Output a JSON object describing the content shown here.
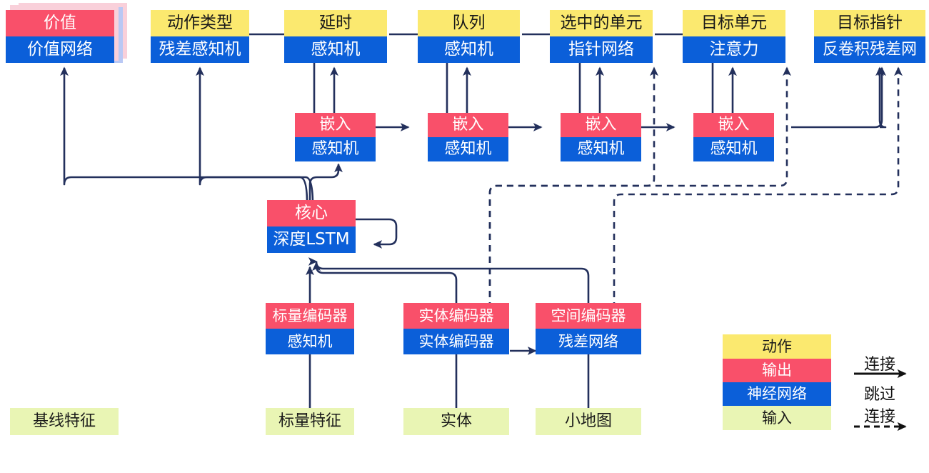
{
  "diagram": {
    "title": "AlphaStar-style network architecture diagram (Chinese labels)",
    "colors": {
      "action": "#fbe96f",
      "output": "#f9506a",
      "neural_network": "#0b5fd9",
      "input": "#e9f5b4",
      "edge": "#23305c",
      "shadow_pink": "#f9d0da",
      "shadow_blue": "#b9c8f4"
    },
    "nodes": [
      {
        "id": "value",
        "top": "价值",
        "bottom": "价值网络",
        "top_kind": "output",
        "bottom_kind": "nn",
        "stacked": true
      },
      {
        "id": "action_type",
        "top": "动作类型",
        "bottom": "残差感知机",
        "top_kind": "action",
        "bottom_kind": "nn"
      },
      {
        "id": "delay",
        "top": "延时",
        "bottom": "感知机",
        "top_kind": "action",
        "bottom_kind": "nn"
      },
      {
        "id": "queue",
        "top": "队列",
        "bottom": "感知机",
        "top_kind": "action",
        "bottom_kind": "nn"
      },
      {
        "id": "selected",
        "top": "选中的单元",
        "bottom": "指针网络",
        "top_kind": "action",
        "bottom_kind": "nn"
      },
      {
        "id": "target_unit",
        "top": "目标单元",
        "bottom": "注意力",
        "top_kind": "action",
        "bottom_kind": "nn"
      },
      {
        "id": "target_point",
        "top": "目标指针",
        "bottom": "反卷积残差网",
        "top_kind": "action",
        "bottom_kind": "nn"
      },
      {
        "id": "embed1",
        "top": "嵌入",
        "bottom": "感知机",
        "top_kind": "output",
        "bottom_kind": "nn"
      },
      {
        "id": "embed2",
        "top": "嵌入",
        "bottom": "感知机",
        "top_kind": "output",
        "bottom_kind": "nn"
      },
      {
        "id": "embed3",
        "top": "嵌入",
        "bottom": "感知机",
        "top_kind": "output",
        "bottom_kind": "nn"
      },
      {
        "id": "embed4",
        "top": "嵌入",
        "bottom": "感知机",
        "top_kind": "output",
        "bottom_kind": "nn"
      },
      {
        "id": "core",
        "top": "核心",
        "bottom": "深度LSTM",
        "top_kind": "output",
        "bottom_kind": "nn"
      },
      {
        "id": "scalar_enc",
        "top": "标量编码器",
        "bottom": "感知机",
        "top_kind": "output",
        "bottom_kind": "nn"
      },
      {
        "id": "entity_enc",
        "top": "实体编码器",
        "bottom": "实体编码器",
        "top_kind": "output",
        "bottom_kind": "nn"
      },
      {
        "id": "spatial_enc",
        "top": "空间编码器",
        "bottom": "残差网络",
        "top_kind": "output",
        "bottom_kind": "nn"
      }
    ],
    "inputs": [
      {
        "id": "baseline_features",
        "label": "基线特征"
      },
      {
        "id": "scalar_features",
        "label": "标量特征"
      },
      {
        "id": "entities",
        "label": "实体"
      },
      {
        "id": "minimap",
        "label": "小地图"
      }
    ],
    "legend": {
      "swatches": [
        {
          "id": "legend-action",
          "label": "动作",
          "kind": "action"
        },
        {
          "id": "legend-output",
          "label": "输出",
          "kind": "output"
        },
        {
          "id": "legend-nn",
          "label": "神经网络",
          "kind": "nn"
        },
        {
          "id": "legend-input",
          "label": "输入",
          "kind": "input"
        }
      ],
      "edge_keys": [
        {
          "id": "legend-connection",
          "label": "连接",
          "style": "solid"
        },
        {
          "id": "legend-skip-connection",
          "label_line1": "跳过",
          "label_line2": "连接",
          "style": "dashed"
        }
      ]
    }
  }
}
